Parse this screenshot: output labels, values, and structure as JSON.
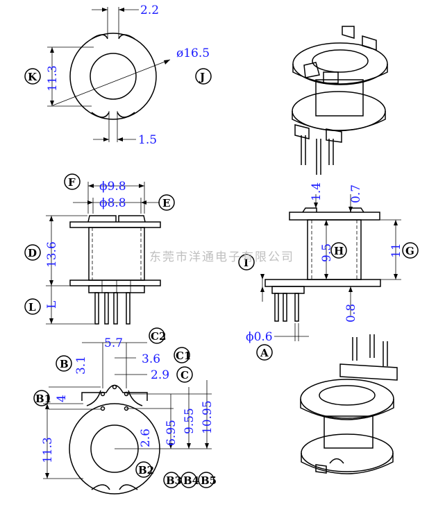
{
  "dimensions": {
    "top_slot_width": "2.2",
    "bottom_slot_width": "1.5",
    "diameter_outer": "ø16.5",
    "height_k": "11.3",
    "f_diameter": "ϕ9.8",
    "e_diameter": "ϕ8.8",
    "d_height": "13.6",
    "l_length": "L",
    "side_top_1": "1.4",
    "side_top_2": "0.7",
    "inner_height": "9.5",
    "g_height": "11",
    "flange_thk": "0.8",
    "pin_diameter": "ϕ0.6",
    "c2_width": "5.7",
    "b_dim": "3.1",
    "c1_dim": "3.6",
    "c_dim": "2.9",
    "b1_dim": "4",
    "b2_vert": "2.6",
    "dim_695": "6.95",
    "dim_955": "9.55",
    "dim_1095": "10.95",
    "bottom_height": "11.3"
  },
  "labels": {
    "K": "K",
    "J": "J",
    "F": "F",
    "E": "E",
    "D": "D",
    "L": "L",
    "I": "I",
    "H": "H",
    "G": "G",
    "A": "A",
    "C2": "C2",
    "C1": "C1",
    "B": "B",
    "C": "C",
    "B1": "B1",
    "B2": "B2",
    "B3": "B3",
    "B4": "B4",
    "B5": "B5"
  },
  "watermark": "东莞市洋通电子有限公司"
}
